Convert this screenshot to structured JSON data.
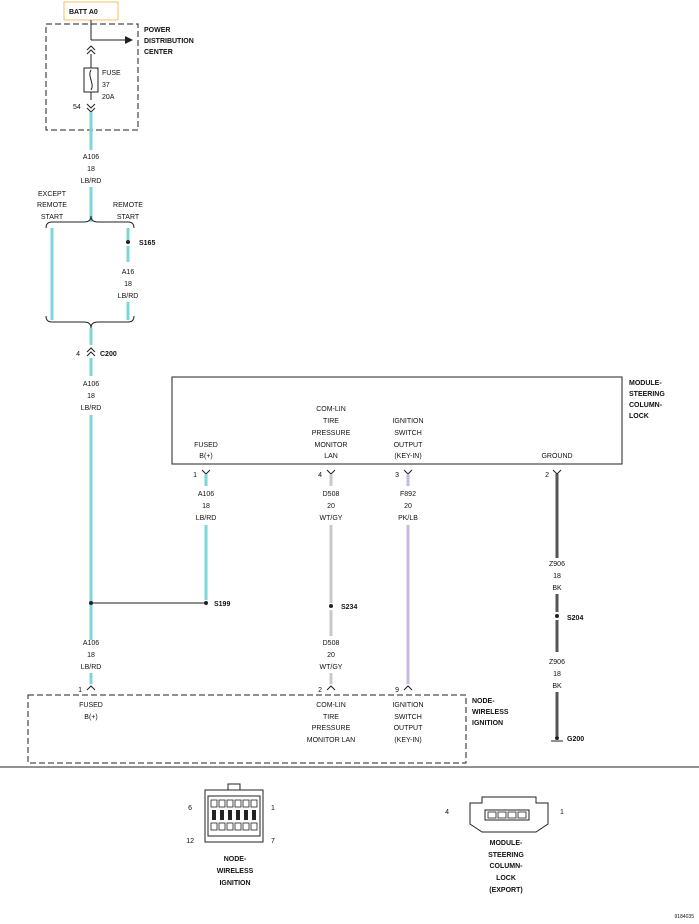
{
  "labels": {
    "batt": "BATT A0",
    "pdc": [
      "POWER",
      "DISTRIBUTION",
      "CENTER"
    ],
    "fuse": [
      "FUSE",
      "37",
      "20A"
    ],
    "pin54": "54",
    "wire_a106_top": [
      "A106",
      "18",
      "LB/RD"
    ],
    "except_remote": [
      "EXCEPT",
      "REMOTE",
      "START"
    ],
    "remote_start": [
      "REMOTE",
      "START"
    ],
    "s165": "S165",
    "wire_a16": [
      "A16",
      "18",
      "LB/RD"
    ],
    "c200_pin": "4",
    "c200": "C200",
    "wire_a106_mid": [
      "A106",
      "18",
      "LB/RD"
    ],
    "module_scl": [
      "MODULE-",
      "STEERING",
      "COLUMN-",
      "LOCK"
    ],
    "fused_b": [
      "FUSED",
      "B(+)"
    ],
    "comlin_tpm": [
      "COM-LIN",
      "TIRE",
      "PRESSURE",
      "MONITOR",
      "LAN"
    ],
    "ign_sw": [
      "IGNITION",
      "SWITCH",
      "OUTPUT",
      "(KEY-IN)"
    ],
    "ground": "GROUND",
    "pins_top": [
      "1",
      "4",
      "3",
      "2"
    ],
    "wire_a106_scl": [
      "A106",
      "18",
      "LB/RD"
    ],
    "wire_d508_top": [
      "D508",
      "20",
      "WT/GY"
    ],
    "wire_f892": [
      "F892",
      "20",
      "PK/LB"
    ],
    "wire_z906_top": [
      "Z906",
      "18",
      "BK"
    ],
    "s199": "S199",
    "s234": "S234",
    "s204": "S204",
    "wire_a106_bot": [
      "A106",
      "18",
      "LB/RD"
    ],
    "wire_d508_bot": [
      "D508",
      "20",
      "WT/GY"
    ],
    "wire_z906_bot": [
      "Z906",
      "18",
      "BK"
    ],
    "pins_bot": [
      "1",
      "2",
      "9"
    ],
    "node_wireless": [
      "NODE-",
      "WIRELESS",
      "IGNITION"
    ],
    "fused_b_bot": [
      "FUSED",
      "B(+)"
    ],
    "comlin_bot": [
      "COM-LIN",
      "TIRE",
      "PRESSURE",
      "MONITOR LAN"
    ],
    "ign_sw_bot": [
      "IGNITION",
      "SWITCH",
      "OUTPUT",
      "(KEY-IN)"
    ],
    "g200": "G200",
    "conn1_pins": [
      "6",
      "1",
      "12",
      "7"
    ],
    "conn1_name": [
      "NODE-",
      "WIRELESS",
      "IGNITION"
    ],
    "conn2_pins": [
      "4",
      "1"
    ],
    "conn2_name": [
      "MODULE-",
      "STEERING",
      "COLUMN-",
      "LOCK",
      "(EXPORT)"
    ],
    "fig_id": "9184035"
  },
  "colors": {
    "lb_rd": "#7fd6da",
    "wt_gy": "#c8c8c8",
    "pk_lb": "#c7b8e0",
    "bk": "#555555",
    "batt_border": "#f0c060"
  }
}
